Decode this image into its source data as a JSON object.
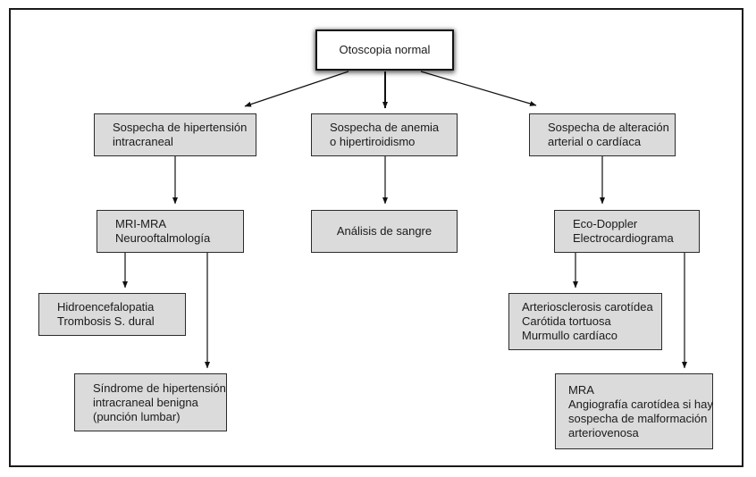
{
  "diagram": {
    "type": "flowchart",
    "root_label": "Otoscopia normal",
    "nodes": {
      "otoscopia": {
        "lines": [
          "Otoscopia normal"
        ]
      },
      "hipertension": {
        "lines": [
          "Sospecha de hipertensión",
          "intracraneal"
        ]
      },
      "anemia": {
        "lines": [
          "Sospecha de anemia",
          "o hipertiroidismo"
        ]
      },
      "alteracion": {
        "lines": [
          "Sospecha de alteración",
          "arterial o cardíaca"
        ]
      },
      "mri": {
        "lines": [
          "MRI-MRA",
          "Neurooftalmología"
        ]
      },
      "analisis": {
        "lines": [
          "Análisis de sangre"
        ]
      },
      "eco": {
        "lines": [
          "Eco-Doppler",
          "Electrocardiograma"
        ]
      },
      "hidro": {
        "lines": [
          "Hidroencefalopatia",
          "Trombosis S. dural"
        ]
      },
      "arterio": {
        "lines": [
          "Arteriosclerosis carotídea",
          "Carótida tortuosa",
          "Murmullo cardíaco"
        ]
      },
      "sindrome": {
        "lines": [
          "Síndrome de hipertensión",
          "intracraneal benigna",
          "(punción lumbar)"
        ]
      },
      "mra": {
        "lines": [
          "MRA",
          "Angiografía carotídea si hay",
          "sospecha de malformación",
          "arteriovenosa"
        ]
      }
    },
    "edges": [
      {
        "from": "otoscopia",
        "to": "hipertension"
      },
      {
        "from": "otoscopia",
        "to": "anemia"
      },
      {
        "from": "otoscopia",
        "to": "alteracion"
      },
      {
        "from": "hipertension",
        "to": "mri"
      },
      {
        "from": "anemia",
        "to": "analisis"
      },
      {
        "from": "alteracion",
        "to": "eco"
      },
      {
        "from": "mri",
        "to": "hidro"
      },
      {
        "from": "mri",
        "to": "sindrome"
      },
      {
        "from": "eco",
        "to": "arterio"
      },
      {
        "from": "eco",
        "to": "mra"
      }
    ],
    "colors": {
      "box_fill": "#dbdbdb",
      "box_border": "#2b2b2b",
      "root_fill": "#ffffff",
      "frame_border": "#1a1a1a",
      "arrow": "#111111",
      "text": "#1a1a1a"
    }
  }
}
